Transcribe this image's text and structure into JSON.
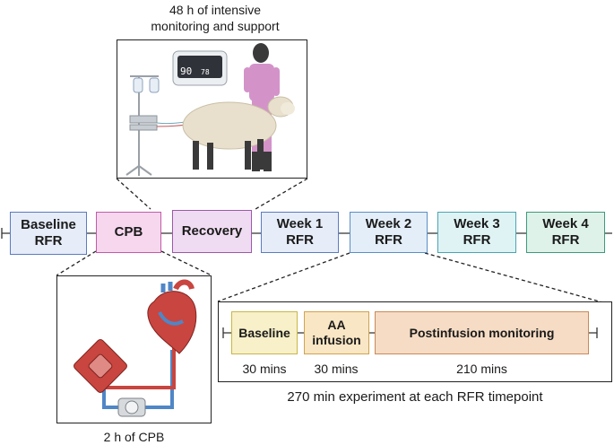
{
  "top_caption_line1": "48 h of intensive",
  "top_caption_line2": "monitoring and support",
  "monitor": {
    "reading_hr": "90",
    "reading_spo2": "78"
  },
  "stages": [
    {
      "line1": "Baseline",
      "line2": "RFR",
      "fill": "#e6ecf8",
      "border": "#5b7bc0"
    },
    {
      "line1": "CPB",
      "line2": "",
      "fill": "#f6d7ee",
      "border": "#c45aa8"
    },
    {
      "line1": "Recovery",
      "line2": "",
      "fill": "#efdcf2",
      "border": "#9a5aa6"
    },
    {
      "line1": "Week 1",
      "line2": "RFR",
      "fill": "#e6ecf8",
      "border": "#5b7bc0"
    },
    {
      "line1": "Week 2",
      "line2": "RFR",
      "fill": "#e3eef8",
      "border": "#5a8fc4"
    },
    {
      "line1": "Week 3",
      "line2": "RFR",
      "fill": "#dff3f5",
      "border": "#4aa6b2"
    },
    {
      "line1": "Week 4",
      "line2": "RFR",
      "fill": "#dff2ea",
      "border": "#3d9a7a"
    }
  ],
  "bottom_left_caption": "2 h of CPB",
  "experiment": {
    "phases": [
      {
        "label_line1": "Baseline",
        "label_line2": "",
        "duration": "30 mins",
        "fill": "#f7f0c8",
        "border": "#c9b54a"
      },
      {
        "label_line1": "AA",
        "label_line2": "infusion",
        "duration": "30 mins",
        "fill": "#f9e6c4",
        "border": "#d2a24f"
      },
      {
        "label_line1": "Postinfusion monitoring",
        "label_line2": "",
        "duration": "210 mins",
        "fill": "#f6dcc4",
        "border": "#c98a58"
      }
    ],
    "caption": "270 min experiment at each RFR timepoint"
  }
}
